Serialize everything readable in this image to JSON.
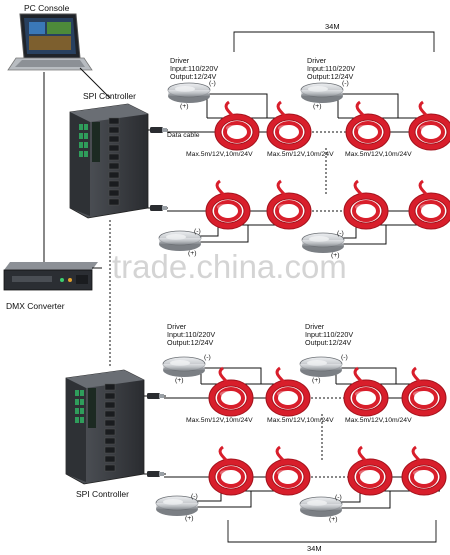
{
  "labels": {
    "pc_console": "PC Console",
    "spi_controller_top": "SPI Controller",
    "spi_controller_bottom": "SPI Controller",
    "dmx_converter": "DMX Converter",
    "data_cable": "Data cable",
    "dist_top": "34M",
    "dist_bottom": "34M",
    "watermark": "trade.china.com"
  },
  "driver_text": {
    "name": "Driver",
    "input": "Input:110/220V",
    "output": "Output:12/24V"
  },
  "polarity": {
    "neg": "(-)",
    "pos": "(+)"
  },
  "max_label": "Max.5m/12V,10m/24V",
  "colors": {
    "rope_red": "#d81e2b",
    "rope_dark": "#a3121c",
    "controller_body": "#3b3e43",
    "port_green": "#2f9d5b",
    "driver_silver": "#c9ccd0",
    "wire": "#111111"
  }
}
